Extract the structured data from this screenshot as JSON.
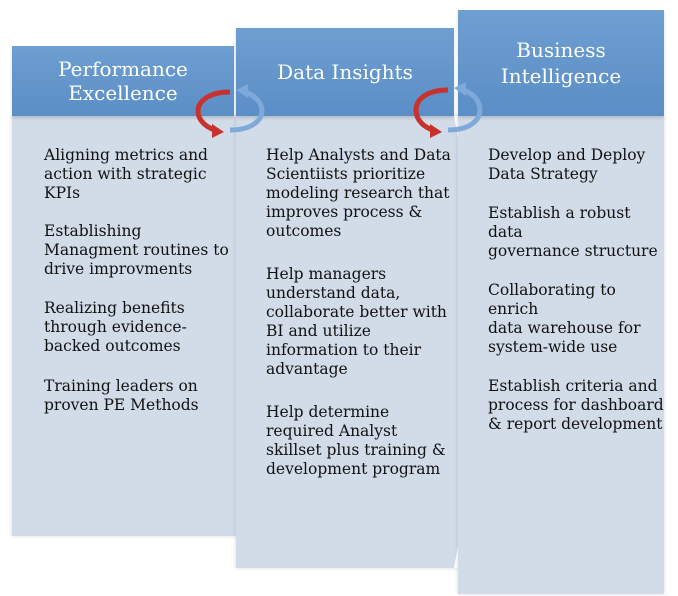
{
  "columns": [
    {
      "title": "Performance\nExcellence",
      "items": [
        "Aligning metrics and\naction with strategic\nKPIs",
        "Establishing\nManagment routines to\ndrive improvments",
        "Realizing benefits\nthrough evidence-\nbacked outcomes",
        "Training leaders on\nproven PE Methods"
      ]
    },
    {
      "title": "Data Insights",
      "items": [
        "Help Analysts and Data\nScientiists prioritize\nmodeling research that\nimproves process &\noutcomes",
        "Help managers\nunderstand data,\ncollaborate better with\nBI and utilize\ninformation to their\nadvantage",
        "Help determine\nrequired Analyst\nskillset plus training &\ndevelopment program"
      ]
    },
    {
      "title": "Business\nIntelligence",
      "items": [
        "Develop and Deploy\nData Strategy",
        "Establish a robust data\ngovernance structure",
        "Collaborating to enrich\ndata warehouse for\nsystem-wide use",
        "Establish criteria and\nprocess for dashboard\n& report development"
      ]
    }
  ],
  "colors": {
    "header": "#5b8ec7",
    "panel": "#d2dbe8",
    "cycle_red": "#c8322c",
    "cycle_blue": "#7fa9da"
  },
  "icons": [
    "cycle-arrows-icon",
    "cycle-arrows-icon"
  ]
}
